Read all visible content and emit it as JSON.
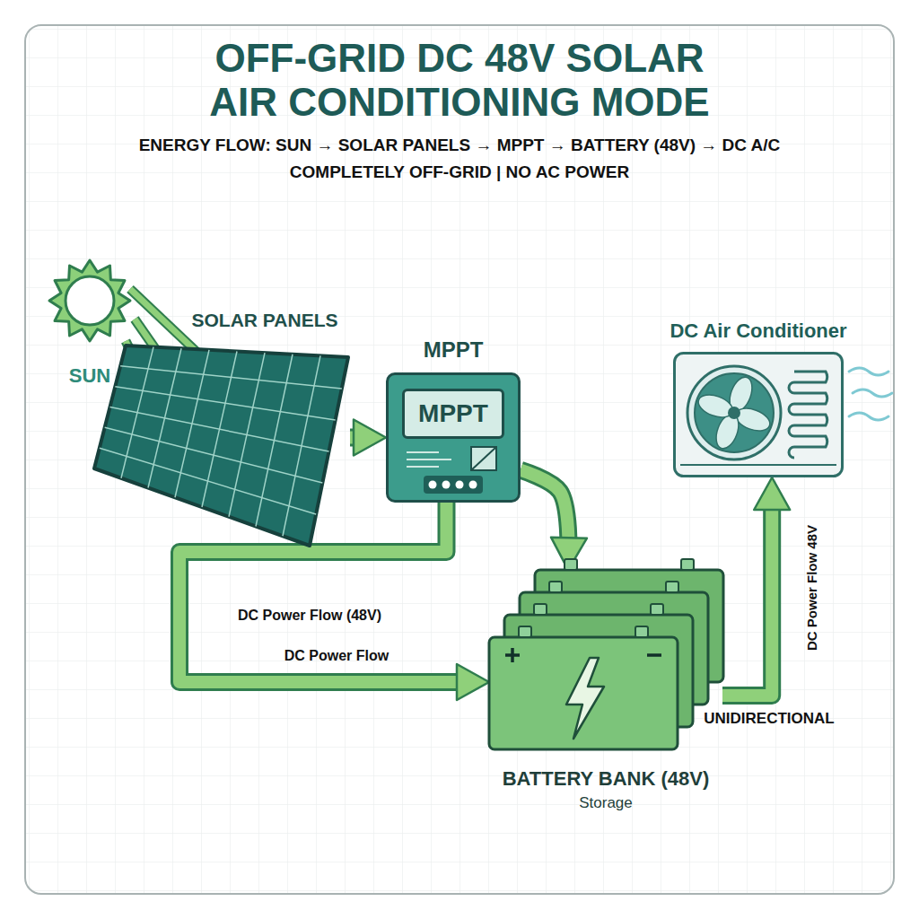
{
  "diagram": {
    "title": "OFF-GRID DC 48V SOLAR AIR CONDITIONING MODE",
    "nodes": [
      {
        "text": [
          "SUN"
        ]
      },
      {
        "text": [
          "SOLAR PANELS"
        ]
      },
      {
        "text": [
          "MPPT",
          "MPPT"
        ]
      },
      {
        "text": [
          "DC Air Conditioner"
        ]
      },
      {
        "text": [
          "BATTERY BANK (48V)",
          "Storage"
        ]
      }
    ],
    "edges": [
      {
        "from": 0,
        "to": 1,
        "arrow": "to"
      },
      {
        "from": 1,
        "to": 2,
        "arrow": "to"
      },
      {
        "from": 2,
        "to": 4,
        "arrow": "to"
      },
      {
        "from": 2,
        "to": 4,
        "label": "DC Power Flow (48V)",
        "arrow": "to"
      },
      {
        "from": 4,
        "to": 3,
        "label": "DC Power Flow 48V",
        "arrow": "to"
      }
    ],
    "labels": [
      "ENERGY FLOW: SUN → SOLAR PANELS → MPPT → BATTERY (48V) → DC A/C",
      "COMPLETELY OFF-GRID | NO AC POWER",
      "DC Power Flow",
      "UNIDIRECTIONAL"
    ]
  }
}
